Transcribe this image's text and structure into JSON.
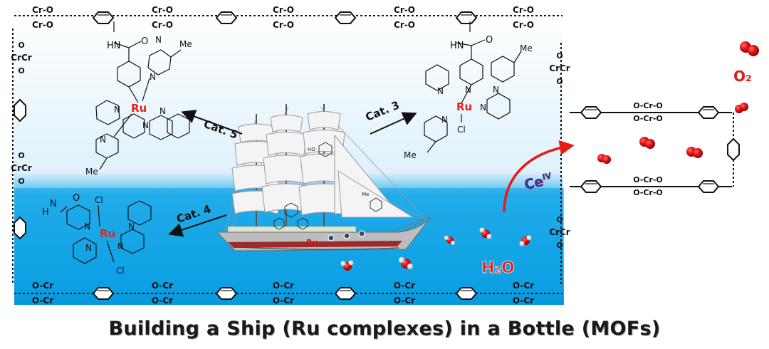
{
  "caption": "Building a Ship (Ru complexes) in a Bottle (MOFs)",
  "cat_labels": {
    "cat5": "Cat. 5",
    "cat3": "Cat. 3",
    "cat4": "Cat. 4"
  },
  "metal": "Ru",
  "ligand_atoms": {
    "N": "N",
    "Cl": "Cl",
    "Me": "Me",
    "HN": "HN",
    "O": "O",
    "H": "H",
    "NH": "H"
  },
  "framework_node": {
    "cr": "Cr",
    "o": "O"
  },
  "ship_label": "Ru",
  "oxidant": {
    "base": "Ce",
    "sup": "IV"
  },
  "water": "H₂O",
  "oxygen": "O₂",
  "colors": {
    "water_top": "#ffffff",
    "water_bottom": "#06a3e8",
    "ru_red": "#e8231b",
    "ce_purple": "#5b2d8e",
    "arrow_red": "#e41b17",
    "molecule_red": "#d7141a"
  }
}
